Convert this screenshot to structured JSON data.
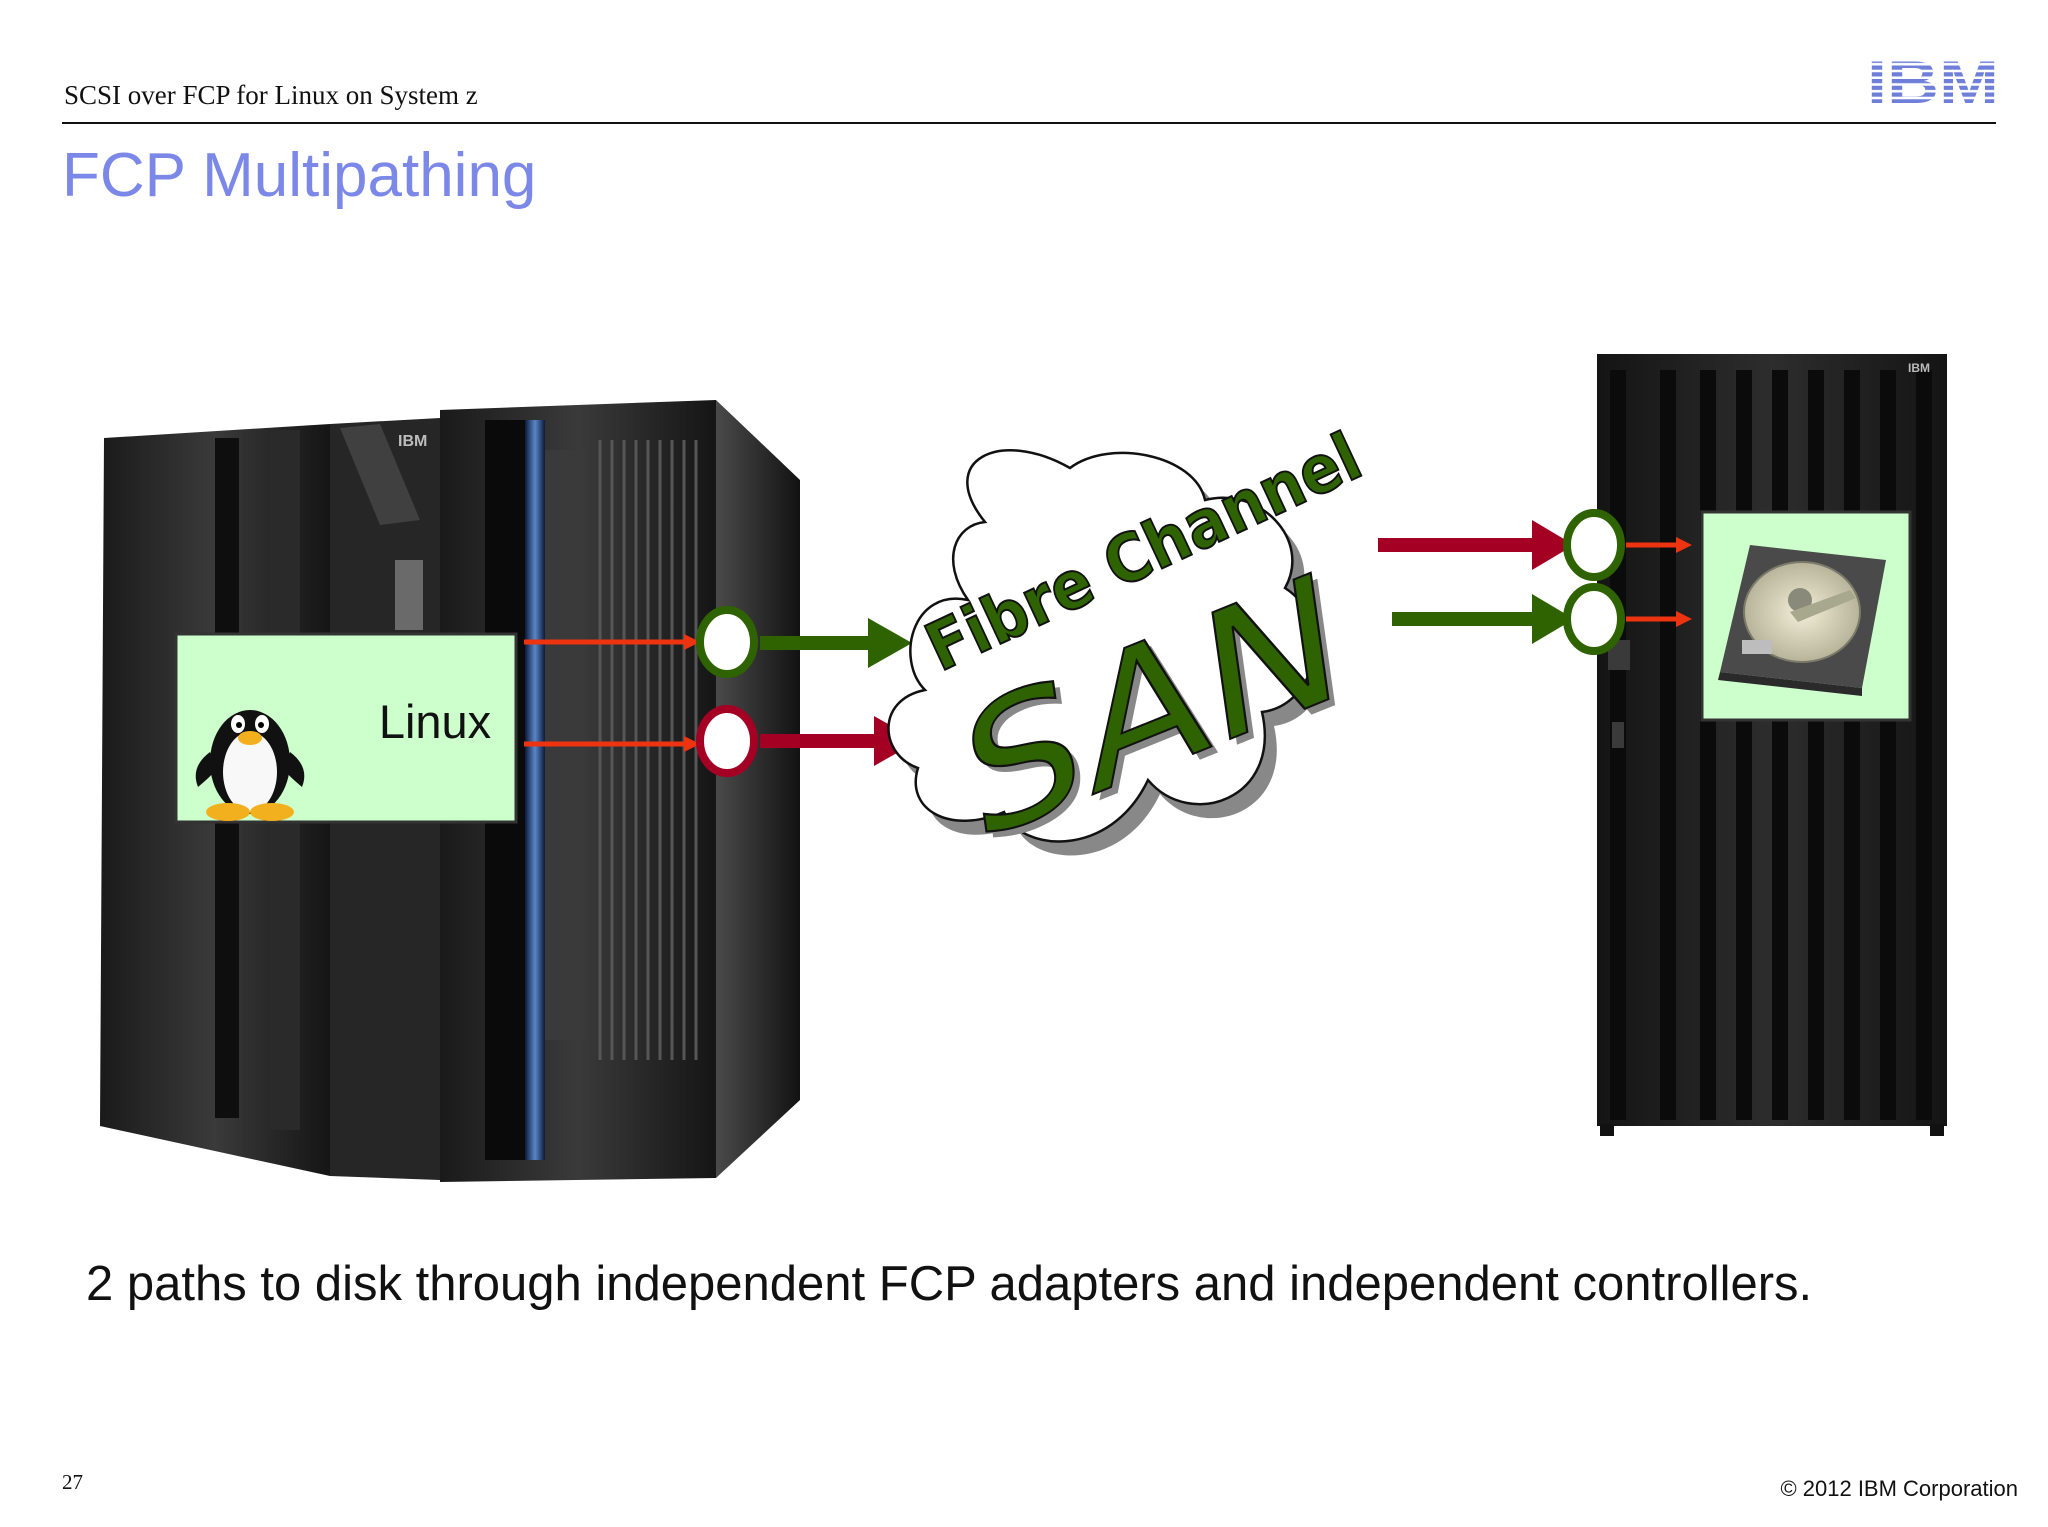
{
  "header": {
    "text": "SCSI over FCP for Linux on System z",
    "logo": "IBM"
  },
  "title": "FCP Multipathing",
  "diagram": {
    "host_label": "Linux",
    "mainframe_badge": "IBM",
    "storage_badge": "IBM",
    "cloud_line1": "Fibre Channel",
    "cloud_line2": "SAN",
    "colors": {
      "path_red": "#a30024",
      "path_green": "#2f6200",
      "link_orange": "#ee3311",
      "box_fill": "#ccffcc",
      "cloud_text": "#2f6200"
    }
  },
  "caption": "2 paths to disk through independent FCP adapters and independent controllers.",
  "footer": {
    "page_number": "27",
    "copyright": "© 2012 IBM Corporation"
  }
}
